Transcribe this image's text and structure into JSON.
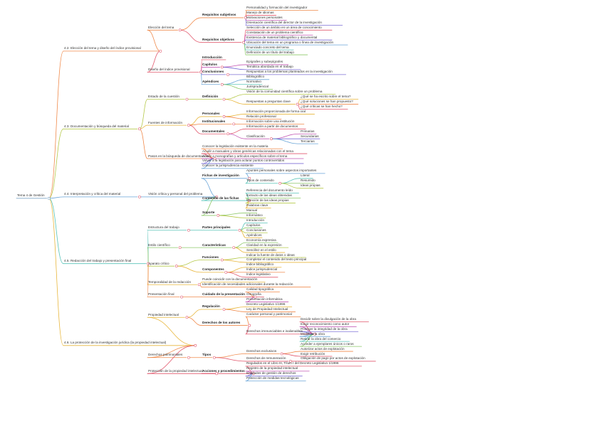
{
  "tree": {
    "label": "Tema 4 de Gestión",
    "children": [
      {
        "label": "4.2. Elección del tema y diseño del índice provisional",
        "color": "#f08a4b",
        "children": [
          {
            "label": "Elección del tema",
            "children": [
              {
                "label": "Requisitos subjetivos",
                "bold": true,
                "children": [
                  {
                    "label": "Personalidad y formación del investigador"
                  },
                  {
                    "label": "Manejo de idiomas"
                  },
                  {
                    "label": "Motivaciones personales"
                  },
                  {
                    "label": "Orientación científica del director de la investigación"
                  }
                ]
              },
              {
                "label": "Requisitos objetivos",
                "bold": true,
                "children": [
                  {
                    "label": "Selección de un ámbito en un área de conocimiento"
                  },
                  {
                    "label": "Constatación de un problema científico"
                  },
                  {
                    "label": "Existencia de material bibliográfico y documental"
                  },
                  {
                    "label": "Ubicación del tema en un programa o línea de investigación"
                  },
                  {
                    "label": "Enunciado concreto del tema"
                  },
                  {
                    "label": "Definición de un título del trabajo"
                  }
                ]
              }
            ]
          },
          {
            "label": "Diseño del índice provisional",
            "children": [
              {
                "label": "Introducción",
                "bold": true
              },
              {
                "label": "Capítulos",
                "bold": true,
                "children": [
                  {
                    "label": "Epígrafes y subepígrafes"
                  },
                  {
                    "label": "Temática abordada en el trabajo"
                  }
                ]
              },
              {
                "label": "Conclusiones",
                "bold": true,
                "children": [
                  {
                    "label": "Respuestas a los problemas planteados en la investigación"
                  }
                ]
              },
              {
                "label": "Apéndices",
                "bold": true,
                "children": [
                  {
                    "label": "Bibliográfico"
                  },
                  {
                    "label": "Normativo"
                  },
                  {
                    "label": "Jurisprudencial"
                  }
                ]
              }
            ]
          }
        ]
      },
      {
        "label": "4.3. Documentación y búsqueda del material",
        "color": "#b5c94a",
        "children": [
          {
            "label": "Estado de la cuestión",
            "children": [
              {
                "label": "Definición",
                "bold": true,
                "children": [
                  {
                    "label": "Visión de la comunidad científica sobre un problema"
                  },
                  {
                    "label": "Respuestas a preguntas clave",
                    "children": [
                      {
                        "label": "¿Qué se ha escrito sobre el tema?"
                      },
                      {
                        "label": "¿Qué soluciones se han propuesto?"
                      },
                      {
                        "label": "¿Qué críticas se han hecho?"
                      }
                    ]
                  }
                ]
              }
            ]
          },
          {
            "label": "Fuentes de información",
            "children": [
              {
                "label": "Personales",
                "bold": true,
                "children": [
                  {
                    "label": "Información proporcionada de forma oral"
                  },
                  {
                    "label": "Relación profesional"
                  }
                ]
              },
              {
                "label": "Institucionales",
                "bold": true,
                "children": [
                  {
                    "label": "Información sobre una institución"
                  }
                ]
              },
              {
                "label": "Documentales",
                "bold": true,
                "children": [
                  {
                    "label": "Información a partir de documentos"
                  },
                  {
                    "label": "Clasificación",
                    "children": [
                      {
                        "label": "Primarias"
                      },
                      {
                        "label": "Secundarias"
                      },
                      {
                        "label": "Terciarias"
                      }
                    ]
                  }
                ]
              }
            ]
          },
          {
            "label": "Pasos en la búsqueda de documentación",
            "children": [
              {
                "label": "Conocer la legislación existente en la materia"
              },
              {
                "label": "Acudir a manuales y obras genéricas relacionadas con el tema"
              },
              {
                "label": "Acudir a monografías y artículos específicos sobre el tema"
              },
              {
                "label": "Volver a la legislación para aclarar puntos controvertidos"
              },
              {
                "label": "Conocer la jurisprudencia existente"
              }
            ]
          }
        ]
      },
      {
        "label": "4.4. Interpretación y crítica del material",
        "color": "#6aa5d8",
        "children": [
          {
            "label": "Visión crítica y personal del problema",
            "children": [
              {
                "label": "Fichas de investigación",
                "bold": true,
                "children": [
                  {
                    "label": "Apuntes personales sobre aspectos importantes"
                  },
                  {
                    "label": "Tipos de contenido",
                    "children": [
                      {
                        "label": "Literal"
                      },
                      {
                        "label": "Resumido"
                      },
                      {
                        "label": "Ideas propias"
                      }
                    ]
                  }
                ]
              },
              {
                "label": "Contenido de las fichas",
                "bold": true,
                "children": [
                  {
                    "label": "Referencia del documento leído"
                  },
                  {
                    "label": "Extracto de las ideas obtenidas"
                  },
                  {
                    "label": "Mención de las ideas propias"
                  },
                  {
                    "label": "Palabras clave"
                  }
                ]
              },
              {
                "label": "Soporte",
                "bold": true,
                "children": [
                  {
                    "label": "Manual"
                  },
                  {
                    "label": "Informático"
                  }
                ]
              }
            ]
          }
        ]
      },
      {
        "label": "4.5. Redacción del trabajo y presentación final",
        "color": "#58c3b8",
        "children": [
          {
            "label": "Estructura del trabajo",
            "children": [
              {
                "label": "Partes principales",
                "bold": true,
                "children": [
                  {
                    "label": "Introducción"
                  },
                  {
                    "label": "Capítulos"
                  },
                  {
                    "label": "Conclusiones"
                  },
                  {
                    "label": "Apéndices"
                  }
                ]
              }
            ]
          },
          {
            "label": "Estilo científico",
            "children": [
              {
                "label": "Características",
                "bold": true,
                "children": [
                  {
                    "label": "Economía expresiva"
                  },
                  {
                    "label": "Claridad en la expresión"
                  },
                  {
                    "label": "Sencillez en el estilo"
                  }
                ]
              }
            ]
          },
          {
            "label": "Aparato crítico",
            "children": [
              {
                "label": "Funciones",
                "bold": true,
                "children": [
                  {
                    "label": "Indicar la fuente de datos o ideas"
                  },
                  {
                    "label": "Completar el contenido del texto principal"
                  }
                ]
              },
              {
                "label": "Componentes",
                "bold": true,
                "children": [
                  {
                    "label": "Índice bibliográfico"
                  },
                  {
                    "label": "Índice jurisprudencial"
                  },
                  {
                    "label": "Índice legislativo"
                  }
                ]
              }
            ]
          },
          {
            "label": "Temporalidad de la redacción",
            "children": [
              {
                "label": "Puede coincidir con la documentación"
              },
              {
                "label": "Identificación de necesidades adicionales durante la redacción"
              }
            ]
          },
          {
            "label": "Presentación final",
            "children": [
              {
                "label": "Cuidado de la presentación",
                "bold": true,
                "children": [
                  {
                    "label": "Calidad tipográfica"
                  },
                  {
                    "label": "Ortografía"
                  },
                  {
                    "label": "Presentación informática"
                  }
                ]
              }
            ]
          }
        ]
      },
      {
        "label": "4.6. La protección de la investigación jurídica (la propiedad intelectual)",
        "color": "#e8b63c",
        "children": [
          {
            "label": "Propiedad intelectual",
            "children": [
              {
                "label": "Regulación",
                "bold": true,
                "children": [
                  {
                    "label": "Decreto Legislativo 1/1996"
                  },
                  {
                    "label": "Ley de Propiedad Intelectual"
                  }
                ]
              },
              {
                "label": "Derechos de los autores",
                "bold": true,
                "children": [
                  {
                    "label": "Carácter personal y patrimonial"
                  },
                  {
                    "label": "Derechos irrenunciables e inalienables",
                    "children": [
                      {
                        "label": "Decidir sobre la divulgación de la obra"
                      },
                      {
                        "label": "Exigir reconocimiento como autor"
                      },
                      {
                        "label": "Proteger la integridad de la obra"
                      },
                      {
                        "label": "Modificar la obra"
                      },
                      {
                        "label": "Retirar la obra del comercio"
                      },
                      {
                        "label": "Acceder a ejemplares únicos o raros"
                      }
                    ]
                  }
                ]
              }
            ]
          },
          {
            "label": "Derechos patrimoniales",
            "children": [
              {
                "label": "Tipos",
                "bold": true,
                "children": [
                  {
                    "label": "Derechos exclusivos",
                    "children": [
                      {
                        "label": "Autorizar actos de explotación"
                      },
                      {
                        "label": "Exigir retribución"
                      }
                    ]
                  },
                  {
                    "label": "Derechos de remuneración",
                    "children": [
                      {
                        "label": "Obligación de pago por actos de explotación"
                      }
                    ]
                  }
                ]
              }
            ]
          },
          {
            "label": "Protección de la propiedad intelectual",
            "children": [
              {
                "label": "Acciones y procedimientos",
                "bold": true,
                "children": [
                  {
                    "label": "Regulados en el Libro III, Título I del Decreto Legislativo 1/1996"
                  },
                  {
                    "label": "Registro de la propiedad intelectual"
                  },
                  {
                    "label": "Entidades de gestión de derechos"
                  },
                  {
                    "label": "Protección de medidas tecnológicas"
                  }
                ]
              }
            ]
          }
        ]
      }
    ]
  },
  "palette": {
    "line_tones": [
      "#f08a4b",
      "#e25a6f",
      "#c45ab5",
      "#7c6fd6",
      "#6aa5d8",
      "#58c3b8",
      "#8dc86a",
      "#b5c94a",
      "#e8b63c"
    ],
    "node_circle": "#e25a6f"
  }
}
